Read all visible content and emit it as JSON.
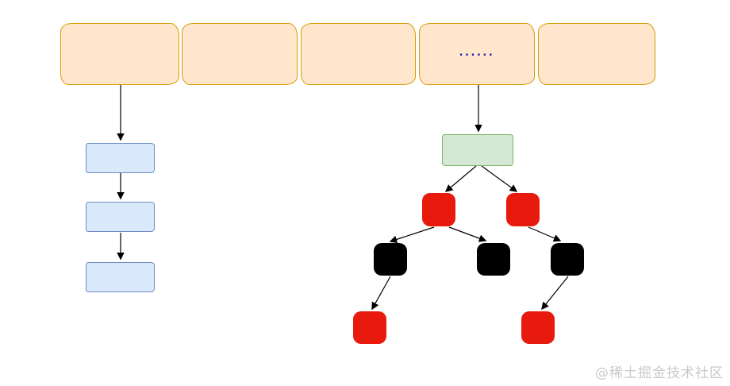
{
  "diagram": {
    "bucket_row": {
      "buckets": [
        "",
        "",
        "",
        "......",
        ""
      ],
      "fill": "#ffe6cc",
      "stroke": "#d79b00",
      "dots_color": "#2222aa"
    },
    "linked_list": {
      "node_count": 3,
      "nodes": [
        "",
        "",
        ""
      ],
      "fill": "#dae8fc",
      "stroke": "#6c8ebf"
    },
    "tree": {
      "root_fill": "#d5e8d4",
      "root_stroke": "#82b366",
      "red_color": "#e8190d",
      "black_color": "#000000",
      "levels": [
        [
          "red",
          "red"
        ],
        [
          "black",
          "black",
          "black"
        ],
        [
          "red",
          "red"
        ]
      ]
    },
    "arrow_color": "#000000"
  },
  "watermark": {
    "text": "@稀土掘金技术社区",
    "color": "#c9c9c9"
  }
}
